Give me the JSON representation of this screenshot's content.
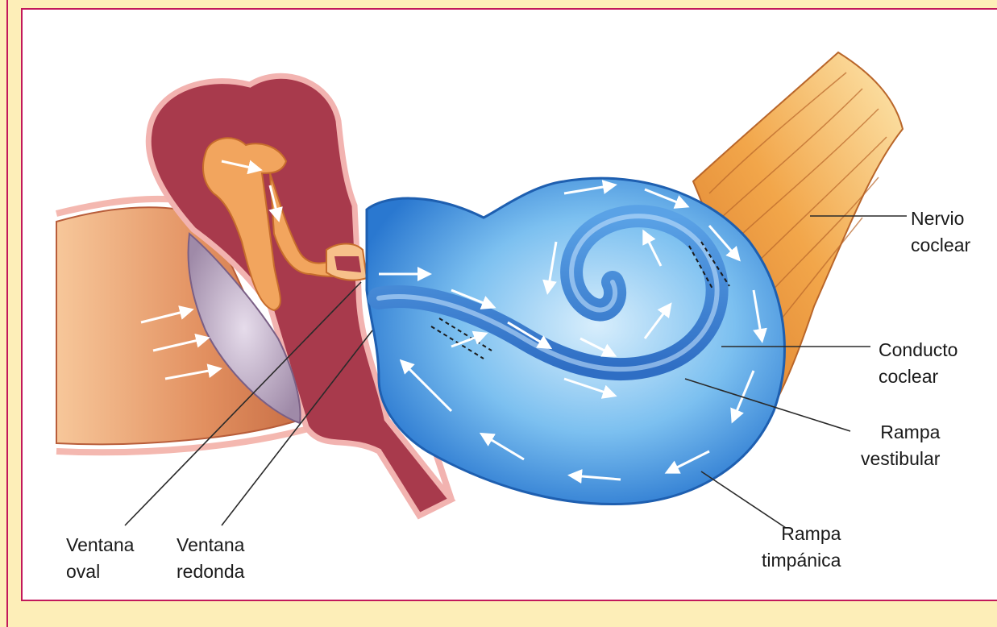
{
  "labels": {
    "nervio": {
      "line1": "Nervio",
      "line2": "coclear"
    },
    "conducto": {
      "line1": "Conducto",
      "line2": "coclear"
    },
    "vestibular": {
      "line1": "Rampa",
      "line2": "vestibular"
    },
    "timpanica": {
      "line1": "Rampa",
      "line2": "timpánica"
    },
    "ventana_oval": {
      "line1": "Ventana",
      "line2": "oval"
    },
    "ventana_redonda": {
      "line1": "Ventana",
      "line2": "redonda"
    }
  },
  "colors": {
    "background": "#fdeeb8",
    "frame_border": "#c2185b",
    "cochlea": "#3d8fe0",
    "canal_skin": "#e8a070",
    "middle_ear": "#a33a4a",
    "nerve": "#e89a3c",
    "ossicles": "#f0a860",
    "eardrum": "#b9a8c0"
  }
}
